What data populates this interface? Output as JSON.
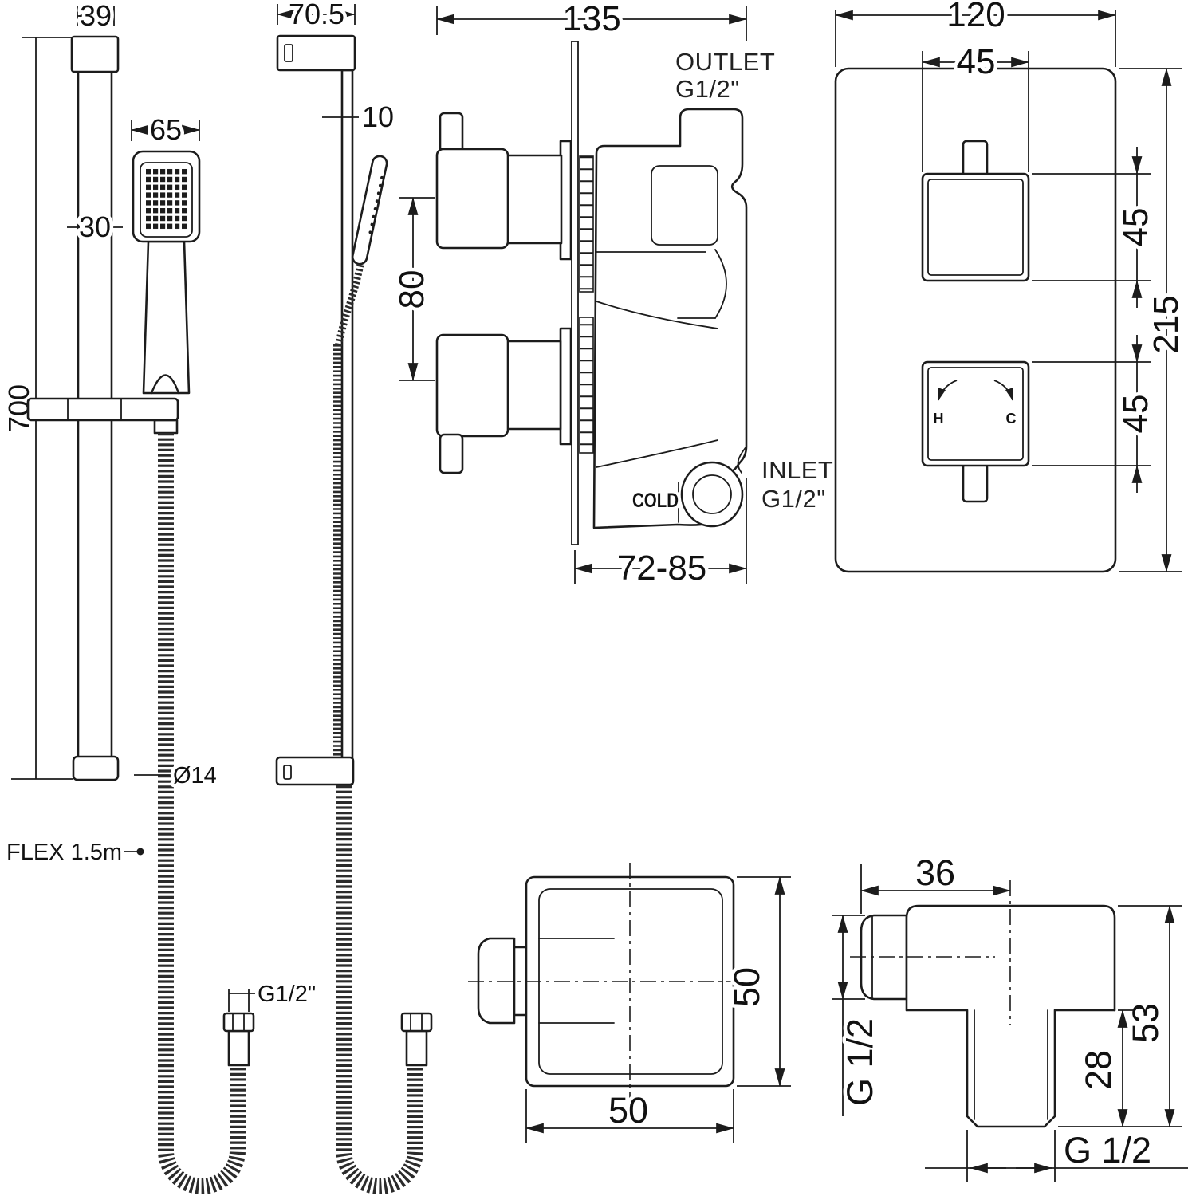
{
  "drawing": {
    "background": "#ffffff",
    "line_color": "#1c1c1c"
  },
  "rail_front": {
    "dim_bracket_width": "39",
    "dim_handset_width": "65",
    "dim_rail_width": "30",
    "dim_rail_height": "700",
    "dim_hose_diameter": "Ø14",
    "label_hose_flex": "FLEX 1.5m",
    "label_hose_thread": "G1/2\""
  },
  "rail_side": {
    "dim_bracket_depth": "70.5",
    "dim_rail_depth": "10"
  },
  "valve_side": {
    "dim_width": "135",
    "dim_handle_spacing": "80",
    "dim_depth_range": "72-85",
    "label_outlet": "OUTLET",
    "label_outlet_thread": "G1/2\"",
    "label_cold": "COLD",
    "label_inlet": "INLET",
    "label_inlet_thread": "G1/2\""
  },
  "valve_front": {
    "dim_plate_width": "120",
    "dim_handle_width": "45",
    "dim_top_handle_height": "45",
    "dim_bottom_handle_height": "45",
    "dim_plate_height": "215",
    "label_hot": "H",
    "label_cold": "C"
  },
  "elbow_front": {
    "dim_width": "50",
    "dim_height": "50"
  },
  "elbow_side": {
    "dim_body_length": "36",
    "dim_height": "53",
    "dim_spout_height": "28",
    "label_side_thread": "G 1/2",
    "label_bottom_thread": "G 1/2"
  }
}
